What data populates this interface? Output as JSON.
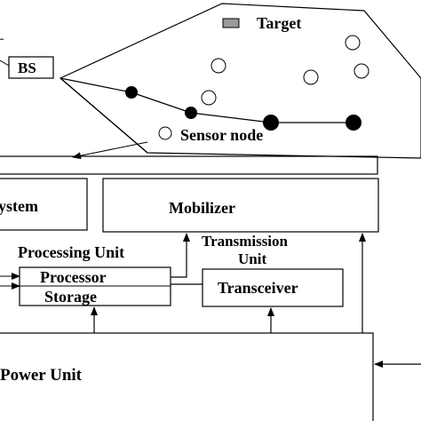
{
  "network": {
    "target_label": "Target",
    "bs_label": "BS",
    "sensor_node_label": "Sensor node"
  },
  "node": {
    "system_label": "ystem",
    "mobilizer_label": "Mobilizer",
    "processing_unit_label": "Processing Unit",
    "transmission_unit_label_line1": "Transmission",
    "transmission_unit_label_line2": "Unit",
    "processor_label": "Processor",
    "storage_label": "Storage",
    "transceiver_label": "Transceiver",
    "power_unit_label": "Power Unit"
  },
  "colors": {
    "stroke": "#000000",
    "target_fill": "#9a9a9a",
    "active_node_fill": "#000000",
    "idle_node_fill": "#ffffff"
  }
}
